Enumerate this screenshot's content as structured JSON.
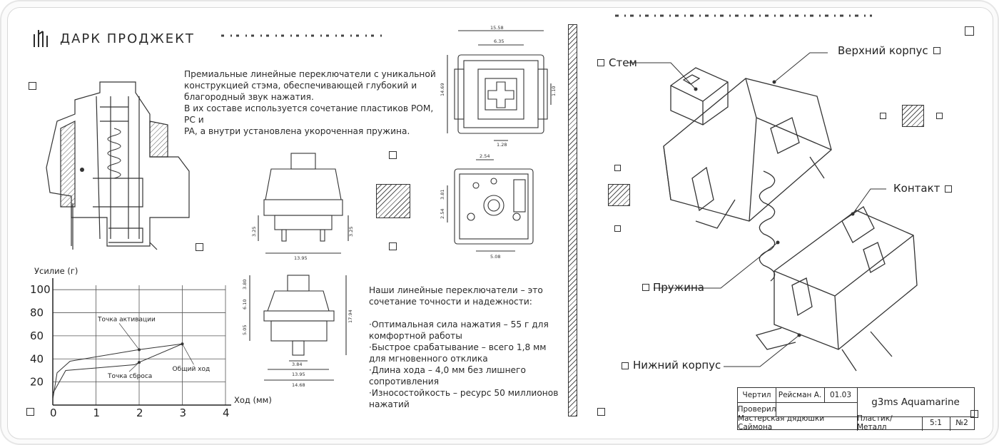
{
  "brand": {
    "name": "ДАРК ПРОДЖЕКТ",
    "logo_icon": "dark-project-logo-icon"
  },
  "intro": {
    "lines": [
      "Премиальные линейные переключатели с уникальной",
      "конструкцией стэма, обеспечивающей глубокий и",
      "благородный звук нажатия.",
      "В их составе используется сочетание пластиков POM, PC и",
      "PA, а внутри установлена укороченная пружина."
    ]
  },
  "features": {
    "lead_lines": [
      "Наши линейные переключатели – это",
      "сочетание точности и надежности:"
    ],
    "bullets": [
      "·Оптимальная сила нажатия – 55 г для комфортной работы",
      "·Быстрое срабатывание – всего 1,8 мм для мгновенного отклика",
      "·Длина хода – 4,0 мм без лишнего сопротивления",
      "·Износостойкость – ресурс 50 миллионов нажатий"
    ]
  },
  "exploded_labels": {
    "stem": "Стем",
    "top_housing": "Верхний корпус",
    "contact": "Контакт",
    "spring": "Пружина",
    "bottom_housing": "Нижний корпус"
  },
  "dimensions": {
    "top_view": [
      "15.58",
      "6.35",
      "14.69",
      "1.10",
      "1.28"
    ],
    "front_view": [
      "3.25",
      "3.25",
      "13.95"
    ],
    "bottom_view": [
      "2.54",
      "3.81",
      "2.54",
      "5.08"
    ],
    "side_view": [
      "3.80",
      "6.10",
      "5.05",
      "17.94",
      "3.84",
      "13.95",
      "14.68"
    ]
  },
  "chart_data": {
    "type": "line",
    "ylabel": "Усилие (г)",
    "xlabel": "Ход (мм)",
    "xlim": [
      0,
      4
    ],
    "ylim": [
      0,
      110
    ],
    "xticks": [
      "0",
      "1",
      "2",
      "3",
      "4"
    ],
    "yticks": [
      "20",
      "40",
      "60",
      "80",
      "100"
    ],
    "grid": true,
    "series": [
      {
        "values": [
          [
            0,
            5
          ],
          [
            0.1,
            28
          ],
          [
            0.4,
            38
          ],
          [
            2,
            48
          ],
          [
            3,
            53
          ]
        ]
      },
      {
        "values": [
          [
            0,
            10
          ],
          [
            0.3,
            30
          ],
          [
            1.9,
            35
          ],
          [
            2,
            37
          ],
          [
            3,
            53
          ]
        ]
      }
    ],
    "annotations": [
      {
        "text": "Точка активации",
        "x": 2,
        "y": 48
      },
      {
        "text": "Точка сброса",
        "x": 2,
        "y": 37
      },
      {
        "text": "Общий ход",
        "x": 3,
        "y": 53
      }
    ]
  },
  "title_block": {
    "drawn_label": "Чертил",
    "drawn_by": "Рейсман А.",
    "date": "01.03",
    "product": "g3ms Aquamarine",
    "checked_label": "Проверил",
    "organization": "Мастерская дядюшки Саймона",
    "material": "Пластик/Металл",
    "scale": "5:1",
    "sheet": "№2"
  },
  "colors": {
    "line": "#333333",
    "background": "#ffffff",
    "mat_edge": "#e6e6e6"
  }
}
